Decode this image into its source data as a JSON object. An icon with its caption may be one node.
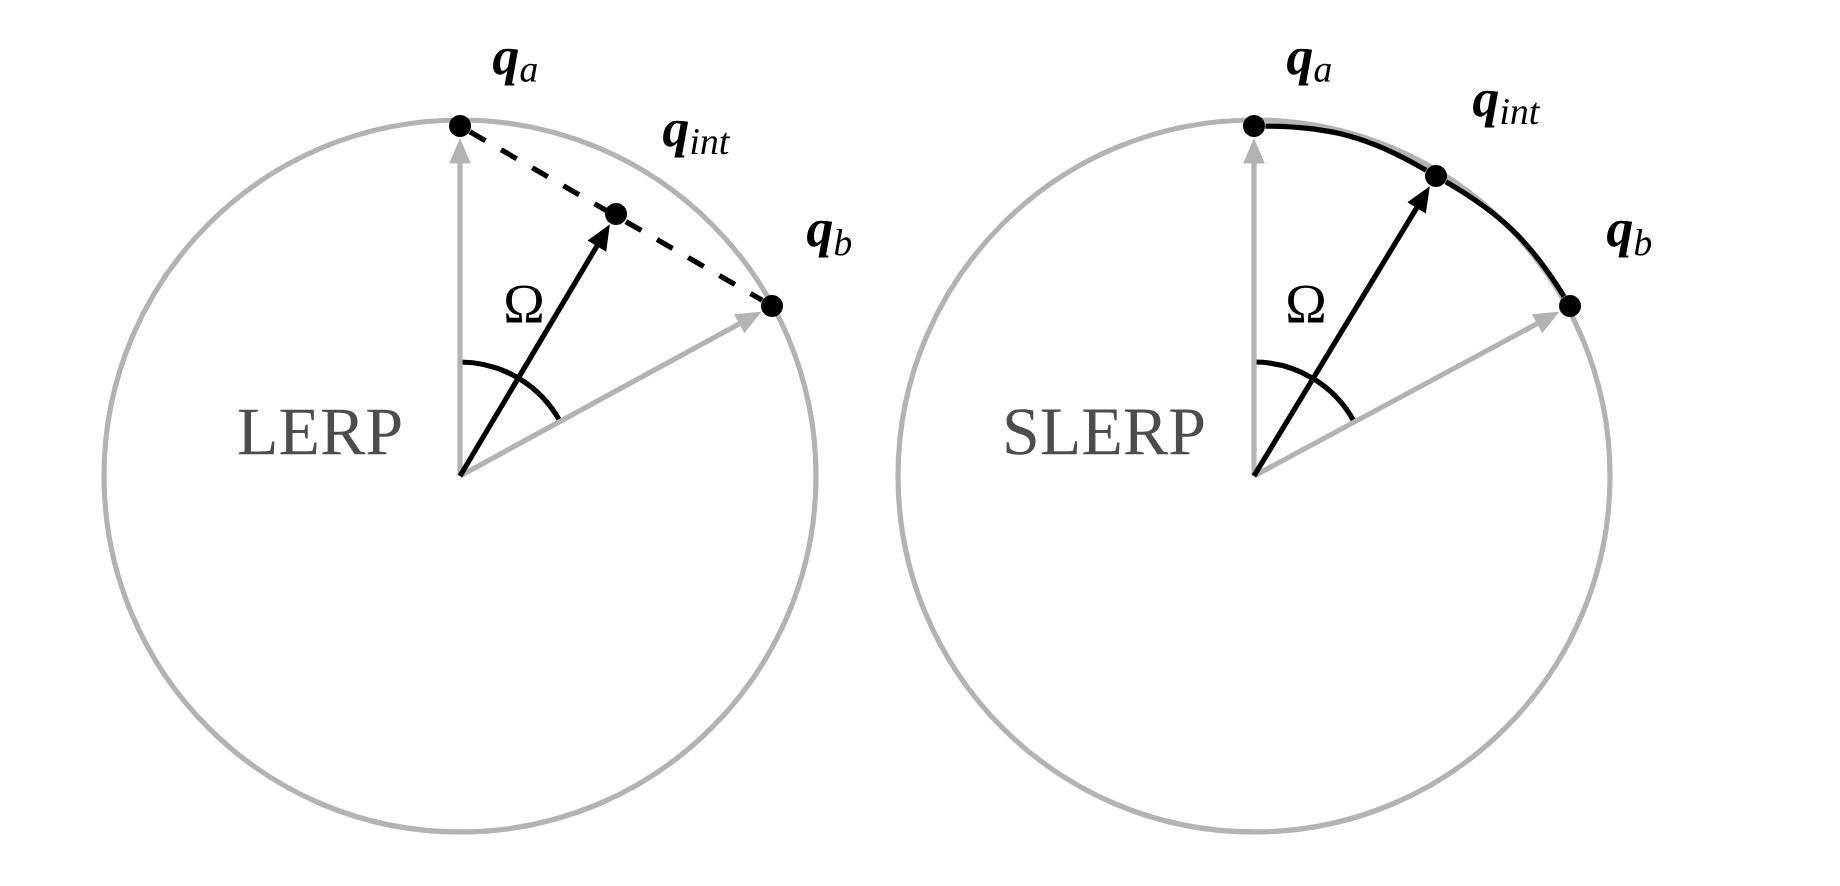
{
  "diagram": {
    "nodes": [
      {
        "text": [
          "**q**$_{a}$"
        ]
      },
      {
        "text": [
          "**q**$_{int}$"
        ]
      },
      {
        "text": [
          "**q**$_{b}$"
        ]
      },
      {
        "text": [
          "**q**$_{a}$"
        ]
      },
      {
        "text": [
          "**q**$_{int}$"
        ]
      },
      {
        "text": [
          "**q**$_{b}$"
        ]
      }
    ],
    "edges": [
      {
        "from": null,
        "to": 0,
        "arrow": "to",
        "color": "#b3b3b3"
      },
      {
        "from": null,
        "to": 2,
        "arrow": "to",
        "color": "#b3b3b3"
      },
      {
        "from": null,
        "to": 1,
        "arrow": "to"
      },
      {
        "from": 0,
        "to": 2,
        "arrow": "none",
        "style": "dashed"
      },
      {
        "from": null,
        "to": 3,
        "arrow": "to",
        "color": "#b3b3b3"
      },
      {
        "from": null,
        "to": 5,
        "arrow": "to",
        "color": "#b3b3b3"
      },
      {
        "from": null,
        "to": 4,
        "arrow": "to"
      },
      {
        "from": 3,
        "to": 4,
        "arrow": "none"
      },
      {
        "from": 4,
        "to": 5,
        "arrow": "none"
      }
    ],
    "labels": [
      "LERP",
      "Ω",
      "SLERP",
      "Ω"
    ]
  }
}
